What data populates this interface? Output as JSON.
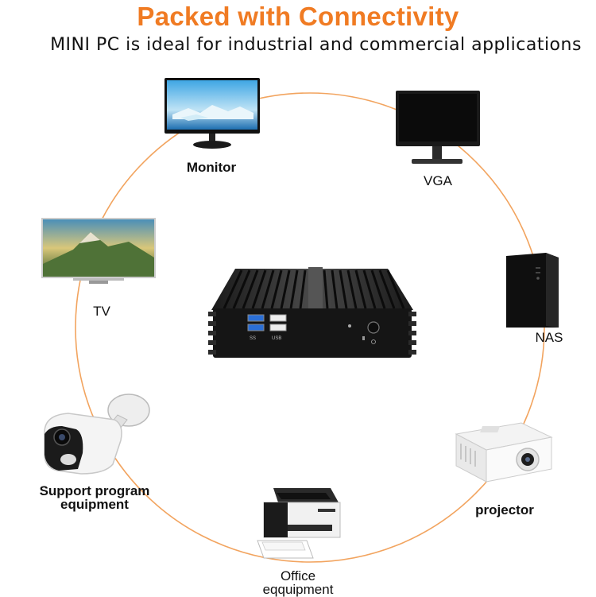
{
  "title": "Packed with Connectivity",
  "subtitle": "MINI PC is ideal for industrial and commercial applications",
  "accent_color": "#f07b23",
  "ring_color": "#f2a45f",
  "hub": {
    "icon": "mini-pc-icon",
    "port_labels": [
      "SS",
      "USB"
    ]
  },
  "devices": [
    {
      "id": "monitor",
      "label": "Monitor",
      "icon": "monitor-icon"
    },
    {
      "id": "vga",
      "label": "VGA",
      "icon": "vga-monitor-icon"
    },
    {
      "id": "tv",
      "label": "TV",
      "icon": "tv-icon"
    },
    {
      "id": "nas",
      "label": "NAS",
      "icon": "nas-tower-icon"
    },
    {
      "id": "camera",
      "label": "Support program\nequipment",
      "icon": "security-camera-icon"
    },
    {
      "id": "projector",
      "label": "projector",
      "icon": "projector-icon"
    },
    {
      "id": "printer",
      "label": "Office\neqquipment",
      "icon": "printer-icon"
    }
  ]
}
